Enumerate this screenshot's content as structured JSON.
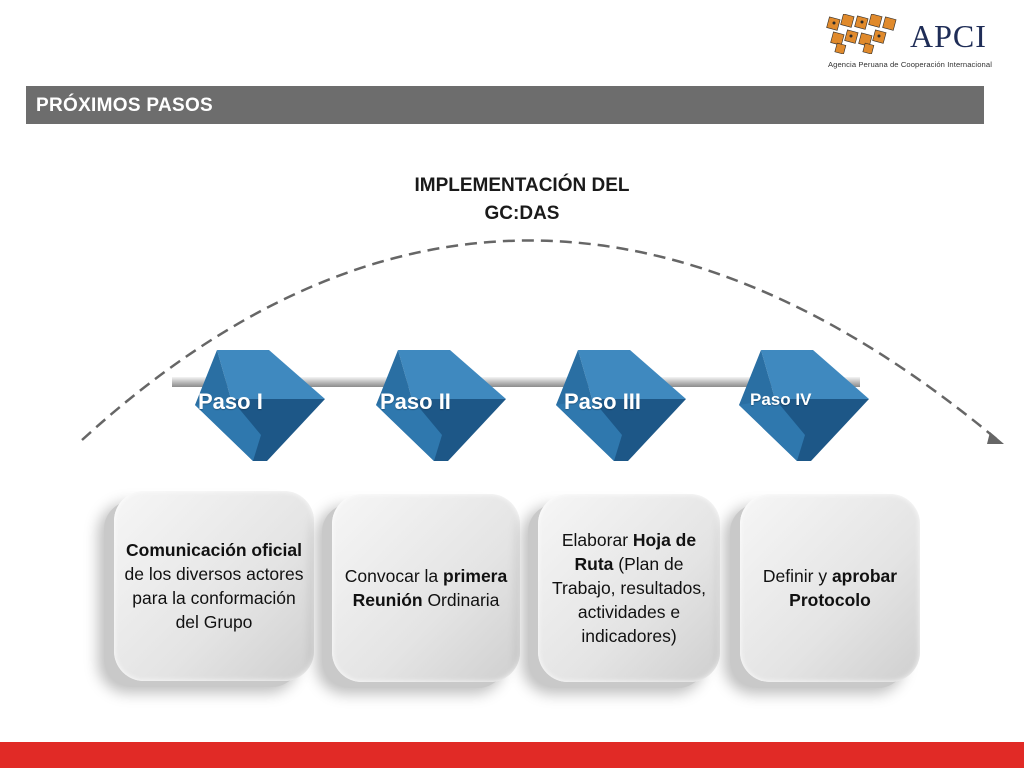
{
  "logo": {
    "name": "APCI",
    "subtitle": "Agencia Peruana de Cooperación Internacional",
    "colors": {
      "squares": "#e08a2c",
      "text": "#1f2d57"
    }
  },
  "header": {
    "title": "PRÓXIMOS PASOS"
  },
  "main_title": {
    "line1": "IMPLEMENTACIÓN DEL",
    "line2": "GC:DAS"
  },
  "steps": [
    {
      "label": "Paso I"
    },
    {
      "label": "Paso II"
    },
    {
      "label": "Paso III"
    },
    {
      "label": "Paso IV"
    }
  ],
  "cards": [
    {
      "parts": [
        {
          "t": "Comunicación oficial",
          "b": true
        },
        {
          "t": " de los diversos actores para la conformación del Grupo",
          "b": false
        }
      ]
    },
    {
      "parts": [
        {
          "t": "Convocar la ",
          "b": false
        },
        {
          "t": "primera Reunión",
          "b": true
        },
        {
          "t": " Ordinaria",
          "b": false
        }
      ]
    },
    {
      "parts": [
        {
          "t": "Elaborar ",
          "b": false
        },
        {
          "t": "Hoja de Ruta",
          "b": true
        },
        {
          "t": " (Plan de Trabajo, resultados, actividades e indicadores)",
          "b": false
        }
      ]
    },
    {
      "parts": [
        {
          "t": "Definir y ",
          "b": false
        },
        {
          "t": "aprobar Protocolo",
          "b": true
        }
      ]
    }
  ],
  "colors": {
    "header_bar": "#6d6d6d",
    "footer_bar": "#e12a26",
    "step_blue": "#2a6fa3",
    "arc": "#666666"
  }
}
